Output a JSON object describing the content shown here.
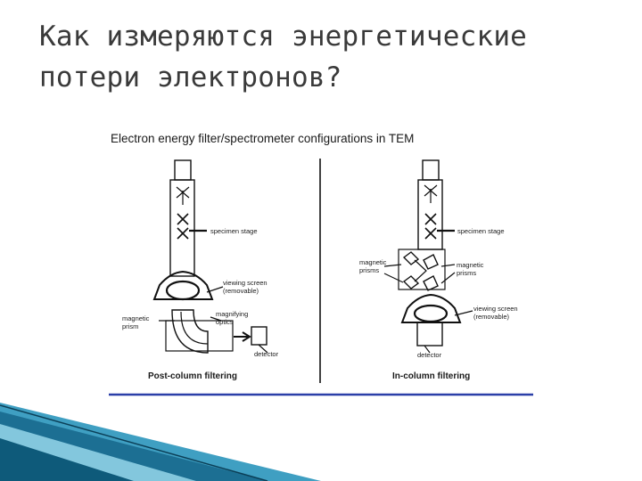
{
  "slide": {
    "title_line1": "Как измеряются энергетические",
    "title_line2": "потери электронов?"
  },
  "figure": {
    "title": "Electron energy filter/spectrometer configurations in TEM",
    "post_column": {
      "caption": "Post-column filtering",
      "label_specimen": "specimen stage",
      "label_screen_1": "viewing screen",
      "label_screen_2": "(removable)",
      "label_prism_1": "magnetic",
      "label_prism_2": "prism",
      "label_optics_1": "magnifying",
      "label_optics_2": "optics",
      "label_detector": "detector"
    },
    "in_column": {
      "caption": "In-column filtering",
      "label_specimen": "specimen stage",
      "label_prisms_left_1": "magnetic",
      "label_prisms_left_2": "prisms",
      "label_prisms_right_1": "magnetic",
      "label_prisms_right_2": "prisms",
      "label_screen_1": "viewing screen",
      "label_screen_2": "(removable)",
      "label_detector": "detector"
    }
  },
  "colors": {
    "title_text": "#3a3a3a",
    "underline": "#2b3fa8",
    "corner_dark": "#0e5a7a",
    "corner_light": "#4aa6c8"
  }
}
